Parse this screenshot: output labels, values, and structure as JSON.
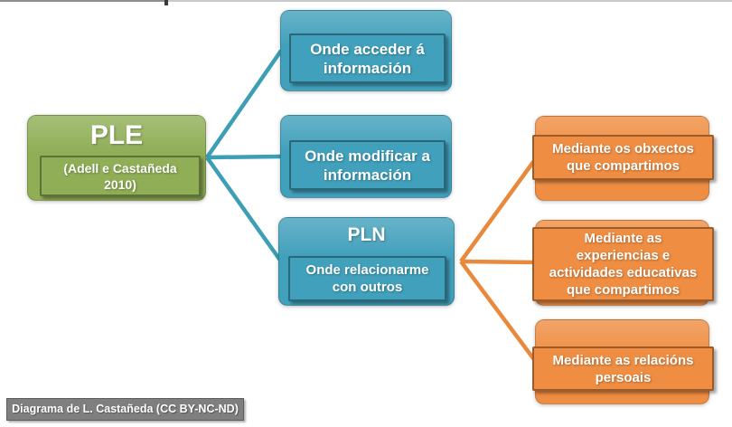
{
  "colors": {
    "green": "#8FAE56",
    "blue": "#41A0BB",
    "orange": "#EF8D42",
    "gray_label": "#7F7F7F",
    "line_blue": "#3D9FB6",
    "line_orange": "#E8893C"
  },
  "root": {
    "title": "PLE",
    "subtitle": "(Adell e Castañeda\n2010)"
  },
  "middle": [
    {
      "title": "",
      "label": "Onde acceder á\ninformación"
    },
    {
      "title": "",
      "label": "Onde modificar a\ninformación"
    },
    {
      "title": "PLN",
      "label": "Onde relacionarme\ncon outros"
    }
  ],
  "right": [
    {
      "label": "Mediante os obxectos\nque compartimos"
    },
    {
      "label": "Mediante as\nexperiencias e\nactividades educativas\nque compartimos"
    },
    {
      "label": "Mediante as relacións\npersoais"
    }
  ],
  "footer": {
    "credit": "Diagrama de L. Castañeda (CC BY-NC-ND)"
  }
}
